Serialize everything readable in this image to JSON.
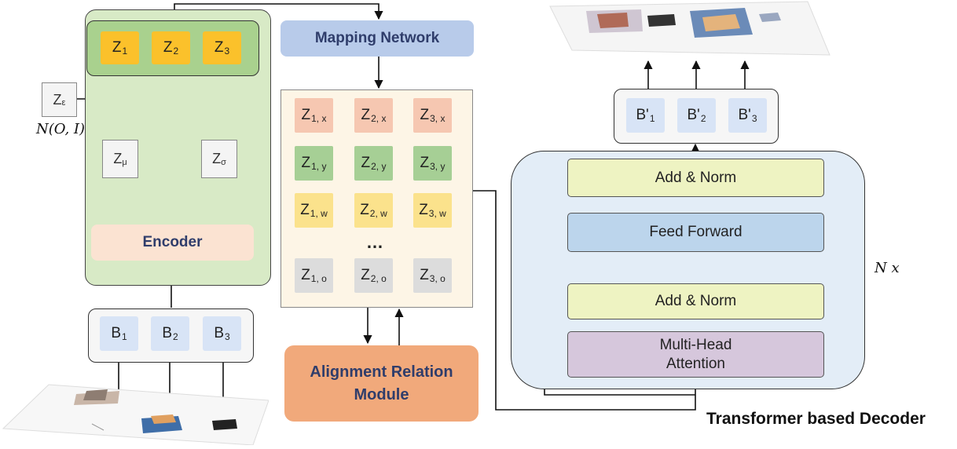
{
  "latent_z": {
    "items": [
      {
        "base": "Z",
        "sub": "1"
      },
      {
        "base": "Z",
        "sub": "2"
      },
      {
        "base": "Z",
        "sub": "3"
      }
    ]
  },
  "z_epsilon": {
    "base": "Z",
    "sub": "ε"
  },
  "noise_label": "N(O, I)",
  "z_mu": {
    "base": "Z",
    "sub": "μ"
  },
  "z_sigma": {
    "base": "Z",
    "sub": "σ"
  },
  "encoder_label": "Encoder",
  "input_boxes": {
    "items": [
      {
        "base": "B",
        "sub": "1"
      },
      {
        "base": "B",
        "sub": "2"
      },
      {
        "base": "B",
        "sub": "3"
      }
    ]
  },
  "mapping_network_label": "Mapping Network",
  "matrix": {
    "rows": [
      [
        {
          "base": "Z",
          "sub": "1, x"
        },
        {
          "base": "Z",
          "sub": "2, x"
        },
        {
          "base": "Z",
          "sub": "3, x"
        }
      ],
      [
        {
          "base": "Z",
          "sub": "1, y"
        },
        {
          "base": "Z",
          "sub": "2, y"
        },
        {
          "base": "Z",
          "sub": "3, y"
        }
      ],
      [
        {
          "base": "Z",
          "sub": "1, w"
        },
        {
          "base": "Z",
          "sub": "2, w"
        },
        {
          "base": "Z",
          "sub": "3, w"
        }
      ],
      [
        {
          "base": "Z",
          "sub": "1, o"
        },
        {
          "base": "Z",
          "sub": "2, o"
        },
        {
          "base": "Z",
          "sub": "3, o"
        }
      ]
    ],
    "ellipsis": "…"
  },
  "alignment_module_label": "Alignment Relation Module",
  "decoder": {
    "add_norm_top": "Add & Norm",
    "feed_forward": "Feed Forward",
    "add_norm_bottom": "Add & Norm",
    "multi_head_attention": "Multi-Head Attention",
    "repeat_label": "N x",
    "caption": "Transformer based Decoder"
  },
  "output_boxes": {
    "items": [
      {
        "base": "B'",
        "sub": "1"
      },
      {
        "base": "B'",
        "sub": "2"
      },
      {
        "base": "B'",
        "sub": "3"
      }
    ]
  },
  "colors": {
    "encoder_panel": "#d8eac6",
    "decoder_panel": "#e3edf7",
    "mapping_network": "#b8cbea",
    "alignment_module": "#f1a97b",
    "matrix_panel": "#fdf5e6",
    "add_norm": "#eef3c2",
    "feed_forward": "#bcd5ec",
    "attention": "#d6c7dc"
  }
}
